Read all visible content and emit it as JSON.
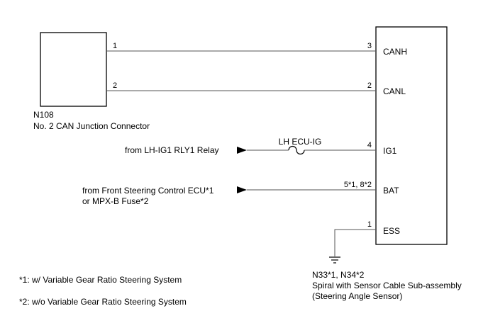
{
  "junction_connector": {
    "code": "N108",
    "name": "No. 2 CAN Junction Connector",
    "pins": {
      "canh_side": "1",
      "canl_side": "2"
    }
  },
  "sensor": {
    "code": "N33*1, N34*2",
    "name_line1": "Spiral with Sensor Cable Sub-assembly",
    "name_line2": "(Steering Angle Sensor)",
    "terminals": [
      {
        "pin": "3",
        "name": "CANH"
      },
      {
        "pin": "2",
        "name": "CANL"
      },
      {
        "pin": "4",
        "name": "IG1"
      },
      {
        "pin": "5*1, 8*2",
        "name": "BAT"
      },
      {
        "pin": "1",
        "name": "ESS"
      }
    ]
  },
  "sources": {
    "ig1": "from LH-IG1 RLY1 Relay",
    "bat_line1": "from Front Steering Control ECU*1",
    "bat_line2": "or MPX-B Fuse*2"
  },
  "fuse_label": "LH ECU-IG",
  "footnotes": [
    "*1: w/ Variable Gear Ratio Steering System",
    "*2: w/o Variable Gear Ratio Steering System"
  ],
  "colors": {
    "line": "#000000",
    "wire": "#555555",
    "background": "#ffffff"
  }
}
